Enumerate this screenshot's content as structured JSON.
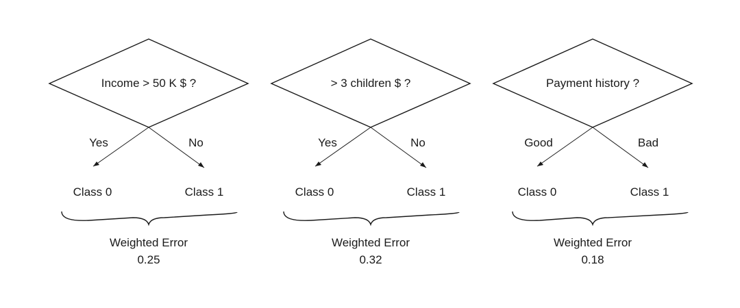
{
  "stumps": [
    {
      "question": "Income > 50 K $ ?",
      "left_branch": "Yes",
      "right_branch": "No",
      "left_leaf": "Class 0",
      "right_leaf": "Class 1",
      "error_label": "Weighted Error",
      "error_value": "0.25"
    },
    {
      "question": "> 3 children $ ?",
      "left_branch": "Yes",
      "right_branch": "No",
      "left_leaf": "Class 0",
      "right_leaf": "Class 1",
      "error_label": "Weighted Error",
      "error_value": "0.32"
    },
    {
      "question": "Payment history ?",
      "left_branch": "Good",
      "right_branch": "Bad",
      "left_leaf": "Class 0",
      "right_leaf": "Class 1",
      "error_label": "Weighted Error",
      "error_value": "0.18"
    }
  ],
  "colors": {
    "stroke": "#1a1a1a",
    "text": "#1a1a1a",
    "background": "#ffffff"
  }
}
